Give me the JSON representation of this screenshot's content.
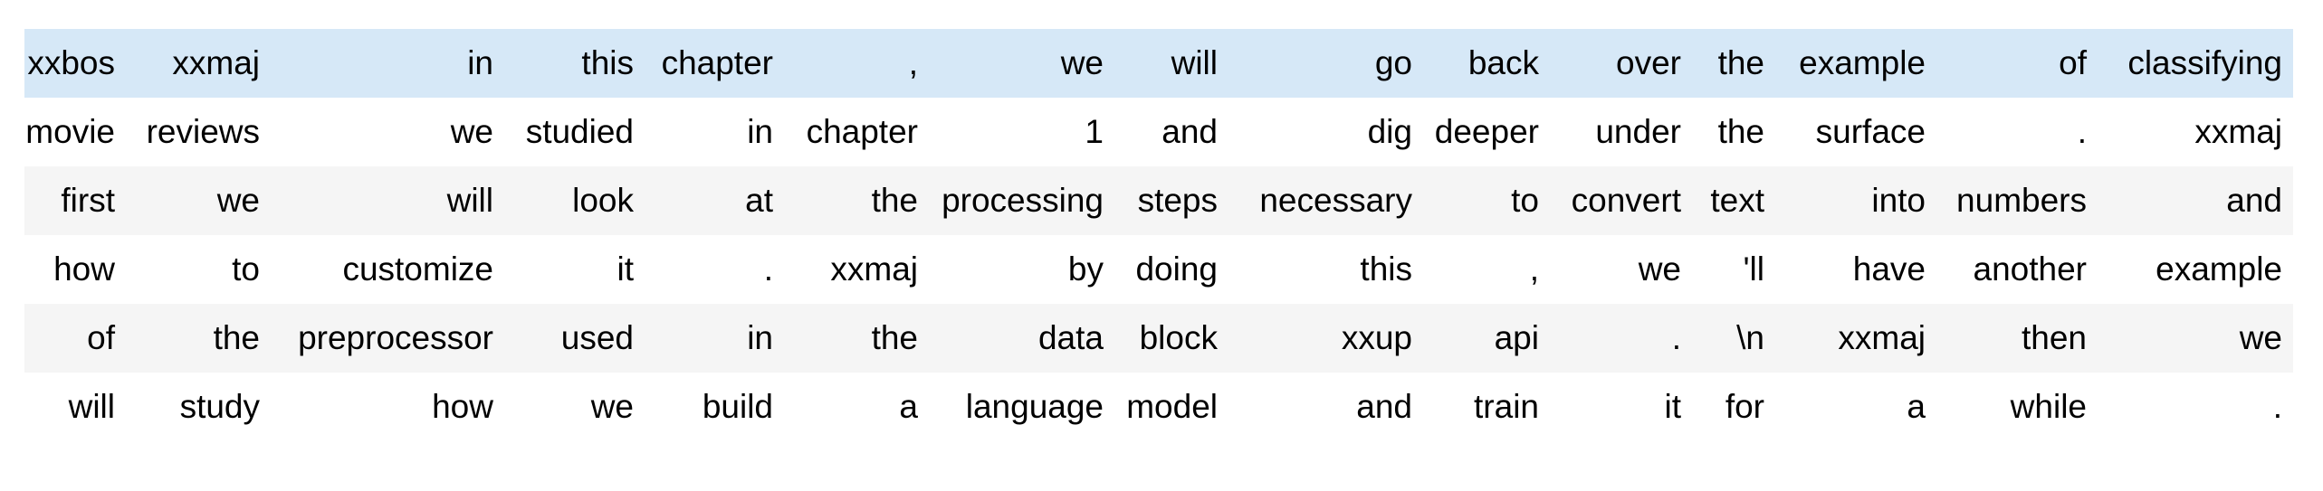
{
  "app": {
    "description": "Tokenized text batch displayed as a borderless dataframe grid with striped rows; first row is hover-highlighted",
    "colors": {
      "highlight_row": "#d6e8f7",
      "stripe_row": "#f5f5f5",
      "plain_row": "#ffffff",
      "text": "#000000",
      "page_background": "#ffffff"
    }
  },
  "table": {
    "highlight_row_index": 0,
    "num_columns": 15,
    "rows": [
      [
        "xxbos",
        "xxmaj",
        "in",
        "this",
        "chapter",
        ",",
        "we",
        "will",
        "go",
        "back",
        "over",
        "the",
        "example",
        "of",
        "classifying"
      ],
      [
        "movie",
        "reviews",
        "we",
        "studied",
        "in",
        "chapter",
        "1",
        "and",
        "dig",
        "deeper",
        "under",
        "the",
        "surface",
        ".",
        "xxmaj"
      ],
      [
        "first",
        "we",
        "will",
        "look",
        "at",
        "the",
        "processing",
        "steps",
        "necessary",
        "to",
        "convert",
        "text",
        "into",
        "numbers",
        "and"
      ],
      [
        "how",
        "to",
        "customize",
        "it",
        ".",
        "xxmaj",
        "by",
        "doing",
        "this",
        ",",
        "we",
        "'ll",
        "have",
        "another",
        "example"
      ],
      [
        "of",
        "the",
        "preprocessor",
        "used",
        "in",
        "the",
        "data",
        "block",
        "xxup",
        "api",
        ".",
        "\\n",
        "xxmaj",
        "then",
        "we"
      ],
      [
        "will",
        "study",
        "how",
        "we",
        "build",
        "a",
        "language",
        "model",
        "and",
        "train",
        "it",
        "for",
        "a",
        "while",
        "."
      ]
    ]
  }
}
